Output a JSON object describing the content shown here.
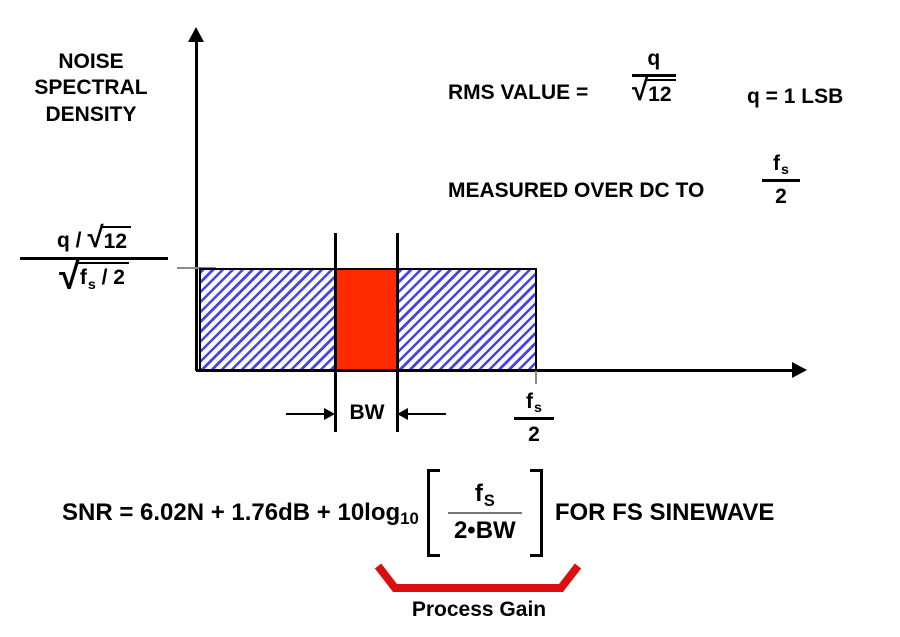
{
  "colors": {
    "hatch_blue": "#4444ee",
    "band_red": "#ff2b00",
    "brace_red": "#d90e0e",
    "tick_gray": "#8a8a8a"
  },
  "axis": {
    "y_label_lines": [
      "NOISE",
      "SPECTRAL",
      "DENSITY"
    ]
  },
  "rms_formula": {
    "label": "RMS VALUE =",
    "numerator": "q",
    "sqrt_glyph": "√",
    "radicand": "12",
    "note": "q = 1 LSB"
  },
  "measured_formula": {
    "label": "MEASURED OVER DC TO",
    "num_base": "f",
    "num_sub": "s",
    "den": "2"
  },
  "level_label": {
    "num_prefix": "q /",
    "num_sqrt_glyph": "√",
    "num_radicand": "12",
    "den_sqrt_glyph": "√",
    "den_base": "f",
    "den_sub": "s",
    "den_suffix": " / 2"
  },
  "band": {
    "label": "BW"
  },
  "nyquist_label": {
    "num_base": "f",
    "num_sub": "s",
    "den": "2"
  },
  "snr_formula": {
    "lead": "SNR = 6.02N + 1.76dB + 10log",
    "log_sub": "10",
    "num_base": "f",
    "num_sub": "S",
    "den": "2•BW",
    "suffix": "FOR FS SINEWAVE"
  },
  "process_gain": {
    "label": "Process Gain"
  }
}
